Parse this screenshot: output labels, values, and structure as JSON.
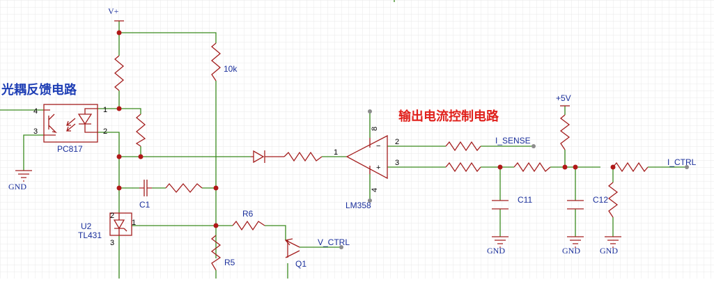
{
  "colors": {
    "wire": "#3a8a1e",
    "component": "#a41e1e",
    "label": "#1a2f9b",
    "title_blue": "#1f3fb5",
    "title_red": "#e0201b",
    "grid": "#e9e9e9"
  },
  "titles": {
    "opto_feedback": "光耦反馈电路",
    "current_control": "输出电流控制电路"
  },
  "power": {
    "vplus": "V+",
    "plus5v": "+5V",
    "gnd": "GND"
  },
  "components": {
    "r_10k": "10k",
    "optocoupler": "PC817",
    "c1": "C1",
    "u2_ref": "U2",
    "u2_part": "TL431",
    "r6": "R6",
    "r5": "R5",
    "q1": "Q1",
    "opamp": "LM358",
    "c11": "C11",
    "c12": "C12"
  },
  "nets": {
    "i_sense": "I_SENSE",
    "i_ctrl": "I_CTRL",
    "v_ctrl": "V_CTRL"
  },
  "pins": {
    "opto_4": "4",
    "opto_3": "3",
    "opto_1": "1",
    "opto_2": "2",
    "u2_2": "2",
    "u2_1": "1",
    "u2_3": "3",
    "op_8": "8",
    "op_2": "2",
    "op_3": "3",
    "op_1": "1",
    "op_4": "4",
    "op_minus": "−",
    "op_plus": "+"
  }
}
